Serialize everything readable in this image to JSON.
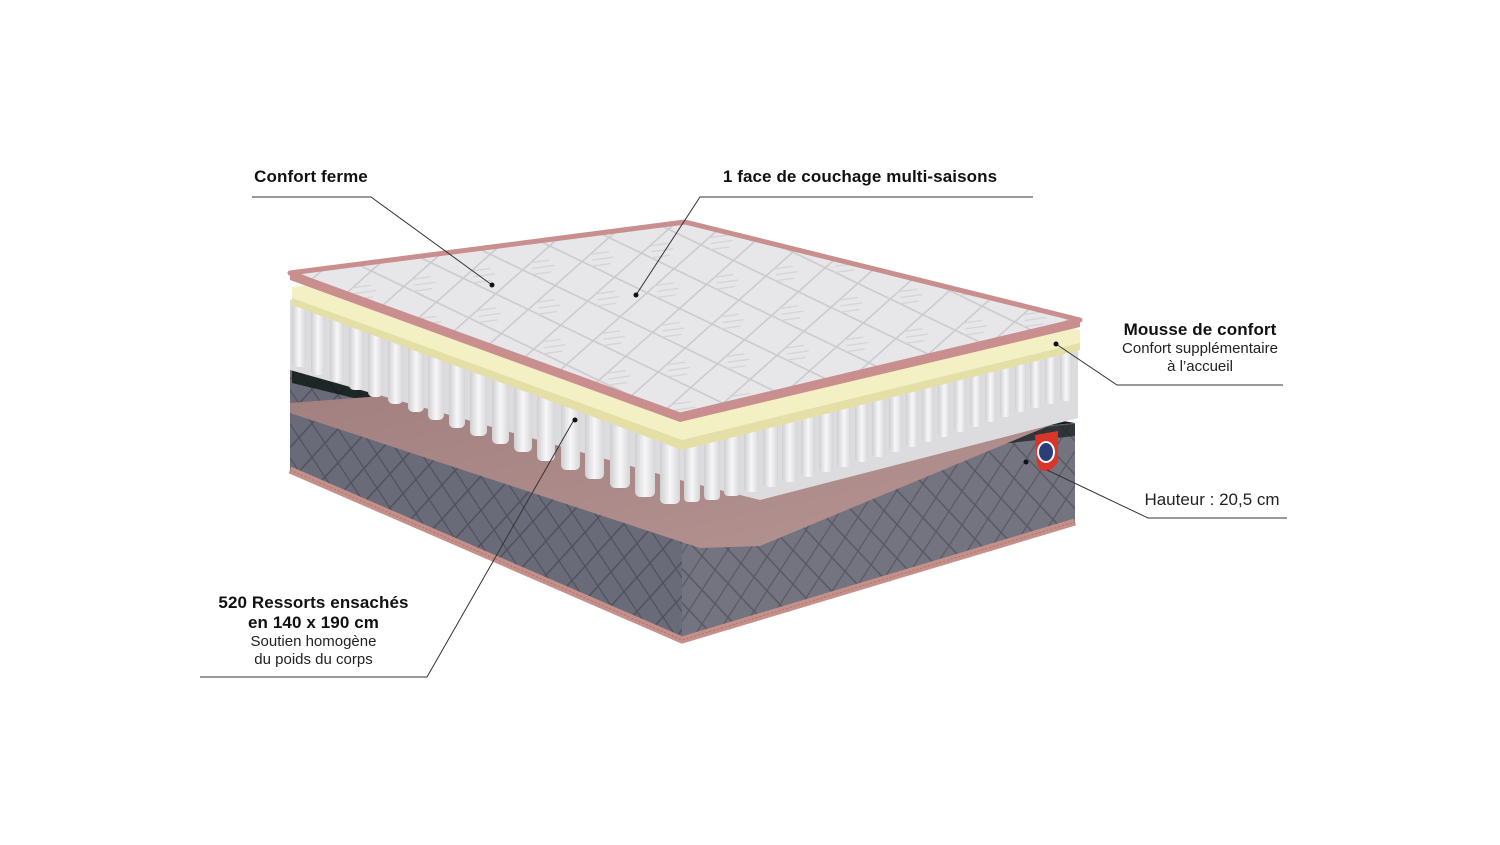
{
  "product": {
    "type": "mattress cross-section",
    "colors": {
      "top_fabric": "#e6e6e8",
      "piping": "#c98e8e",
      "foam": "#f3f0c4",
      "springs": "#eeeeee",
      "felt": "#a98886",
      "base_fabric": "#6b6c7a",
      "base_inner": "#0f1a18",
      "badge_red": "#d9352b",
      "badge_blue": "#2c3e7a"
    }
  },
  "annotations": {
    "confort_ferme": {
      "title": "Confort ferme"
    },
    "face_couchage": {
      "title": "1 face de couchage multi-saisons"
    },
    "mousse_confort": {
      "title": "Mousse de confort",
      "line1": "Confort supplémentaire",
      "line2": "à l’accueil"
    },
    "hauteur": {
      "text": "Hauteur : 20,5 cm"
    },
    "ressorts": {
      "title_line1": "520 Ressorts ensachés",
      "title_line2": "en 140 x 190 cm",
      "line1": "Soutien homogène",
      "line2": "du poids du corps"
    }
  }
}
